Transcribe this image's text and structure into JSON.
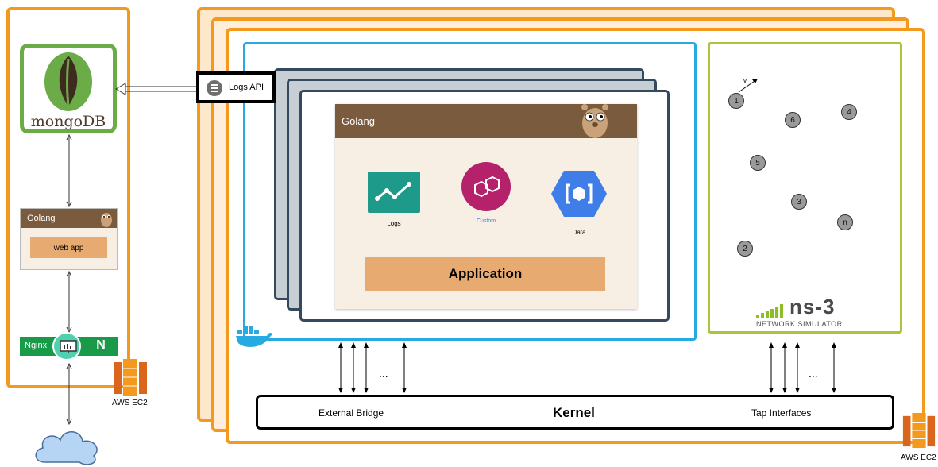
{
  "left_instance": {
    "db_name": "mongoDB",
    "webapp_header": "Golang",
    "webapp_button": "web app",
    "nginx_label": "Nginx",
    "nginx_badge": "N",
    "ec2_label": "AWS EC2"
  },
  "logs_api": {
    "label": "Logs API"
  },
  "application_card": {
    "header": "Golang",
    "icons": [
      {
        "name": "logs-icon",
        "label": "Logs"
      },
      {
        "name": "custom-icon",
        "label": "Custom"
      },
      {
        "name": "data-icon",
        "label": "Data"
      }
    ],
    "app_label": "Application"
  },
  "ns3": {
    "velocity_label": "v",
    "nodes": [
      "1",
      "6",
      "4",
      "5",
      "3",
      "n",
      "2"
    ],
    "logo_text": "ns-3",
    "logo_subtitle": "NETWORK SIMULATOR"
  },
  "kernel": {
    "external_bridge": "External Bridge",
    "title": "Kernel",
    "tap_interfaces": "Tap Interfaces"
  },
  "ellipsis": "...",
  "right_ec2_label": "AWS EC2",
  "colors": {
    "aws_orange": "#f39a1e",
    "docker_blue": "#27aae1",
    "ns3_green": "#a9c53a",
    "golang_brown": "#7a5b3e",
    "app_tan": "#e7ab72",
    "mongo_green": "#6cac48"
  }
}
